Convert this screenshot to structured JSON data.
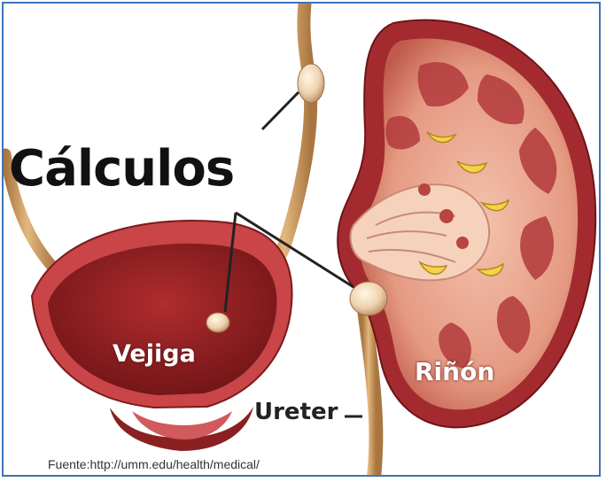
{
  "labels": {
    "calculos": "Cálculos",
    "vejiga": "Vejiga",
    "rinon": "Riñón",
    "ureter": "Ureter"
  },
  "source": "Fuente:http://umm.edu/health/medical/",
  "colors": {
    "border": "#3f73b8",
    "organ_red": "#b5383a",
    "organ_dark": "#6e1416",
    "kidney_inner": "#e9a58f",
    "ureter_tan": "#d7a86f",
    "stone": "#f0d9b8"
  }
}
